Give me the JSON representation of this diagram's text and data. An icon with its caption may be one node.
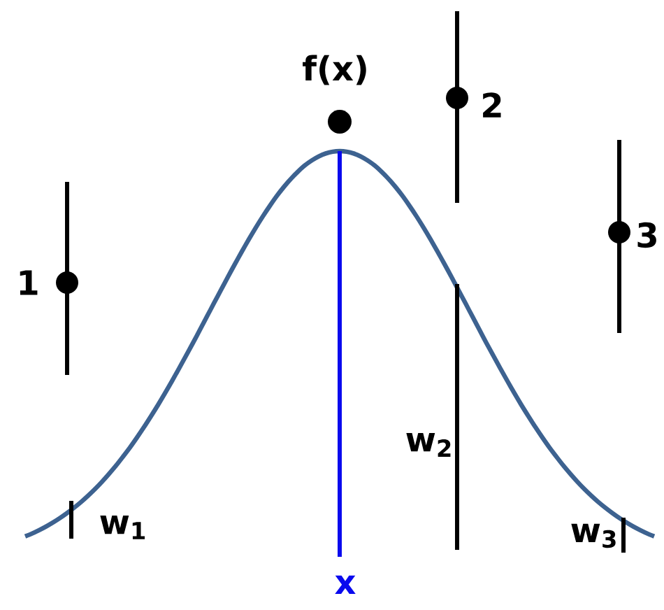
{
  "diagram": {
    "labels": [
      "f(x)",
      "2",
      "3",
      "1",
      "w$_{2}$",
      "w$_{1}$",
      "w$_{3}$",
      "x"
    ]
  }
}
